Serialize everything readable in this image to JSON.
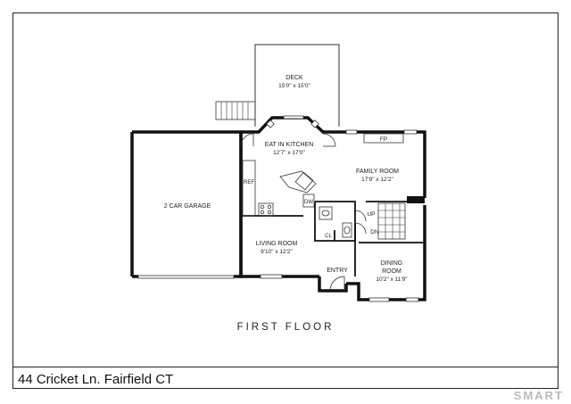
{
  "floor_title": "FIRST FLOOR",
  "address": "44 Cricket Ln. Fairfield CT",
  "watermark": "SMART",
  "rooms": {
    "deck": {
      "name": "DECK",
      "dims": "15'0\" x 15'0\""
    },
    "kitchen": {
      "name": "EAT IN KITCHEN",
      "dims": "12'7\" x 17'0\""
    },
    "family": {
      "name": "FAMILY ROOM",
      "dims": "17'9\" x 12'2\""
    },
    "garage": {
      "name": "2 CAR GARAGE"
    },
    "living": {
      "name": "LIVING ROOM",
      "dims": "9'10\" x 12'2\""
    },
    "dining": {
      "name": "DINING",
      "name2": "ROOM",
      "dims": "10'2\" x 11'9\""
    },
    "entry": {
      "name": "ENTRY"
    }
  },
  "fixtures": {
    "ref": "REF",
    "dw": "DW",
    "cl": "CL",
    "fp": "FP",
    "up": "UP",
    "dn": "DN"
  },
  "colors": {
    "wall": "#111111",
    "line": "#333333",
    "background": "#ffffff"
  }
}
